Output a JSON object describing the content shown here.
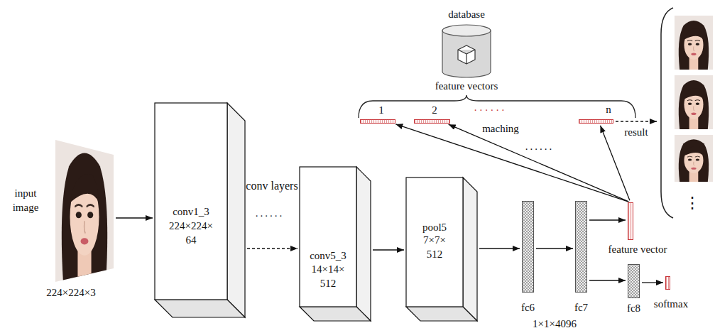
{
  "diagram": {
    "nodes": [
      {
        "text": [
          "input image",
          "224×224×3"
        ]
      },
      {
        "text": [
          "conv1_3",
          "224×224× 64"
        ]
      },
      {
        "text": [
          "conv5_3",
          "14×14× 512"
        ]
      },
      {
        "text": [
          "pool5",
          "7×7× 512"
        ]
      },
      {
        "text": [
          "fc6"
        ]
      },
      {
        "text": [
          "fc7"
        ]
      },
      {
        "text": [
          "feature vector"
        ]
      },
      {
        "text": [
          "fc8"
        ]
      },
      {
        "text": [
          "softmax"
        ]
      },
      {
        "text": [
          "database"
        ]
      },
      {
        "text": [
          "1"
        ]
      },
      {
        "text": [
          "2"
        ]
      },
      {
        "text": [
          "n"
        ]
      },
      {
        "text": [
          "⋮"
        ]
      }
    ],
    "edges": [
      {
        "from": 0,
        "to": 1,
        "arrow": "to"
      },
      {
        "from": 1,
        "to": 2,
        "arrow": "to"
      },
      {
        "from": 2,
        "to": 3,
        "arrow": "to"
      },
      {
        "from": 3,
        "to": 4,
        "arrow": "to"
      },
      {
        "from": 4,
        "to": 5,
        "arrow": "to"
      },
      {
        "from": 5,
        "to": 6,
        "arrow": "to"
      },
      {
        "from": 5,
        "to": 7,
        "arrow": "to"
      },
      {
        "from": 7,
        "to": 8,
        "arrow": "to"
      },
      {
        "from": 6,
        "to": 10,
        "arrow": "to"
      },
      {
        "from": 6,
        "to": 11,
        "arrow": "to"
      },
      {
        "from": 6,
        "to": 12,
        "arrow": "to"
      },
      {
        "from": 12,
        "to": 13,
        "label": "result",
        "arrow": "to"
      }
    ],
    "labels": [
      "conv layers",
      "......",
      "1×1×4096",
      "feature vectors",
      "......",
      "maching",
      "......"
    ]
  }
}
